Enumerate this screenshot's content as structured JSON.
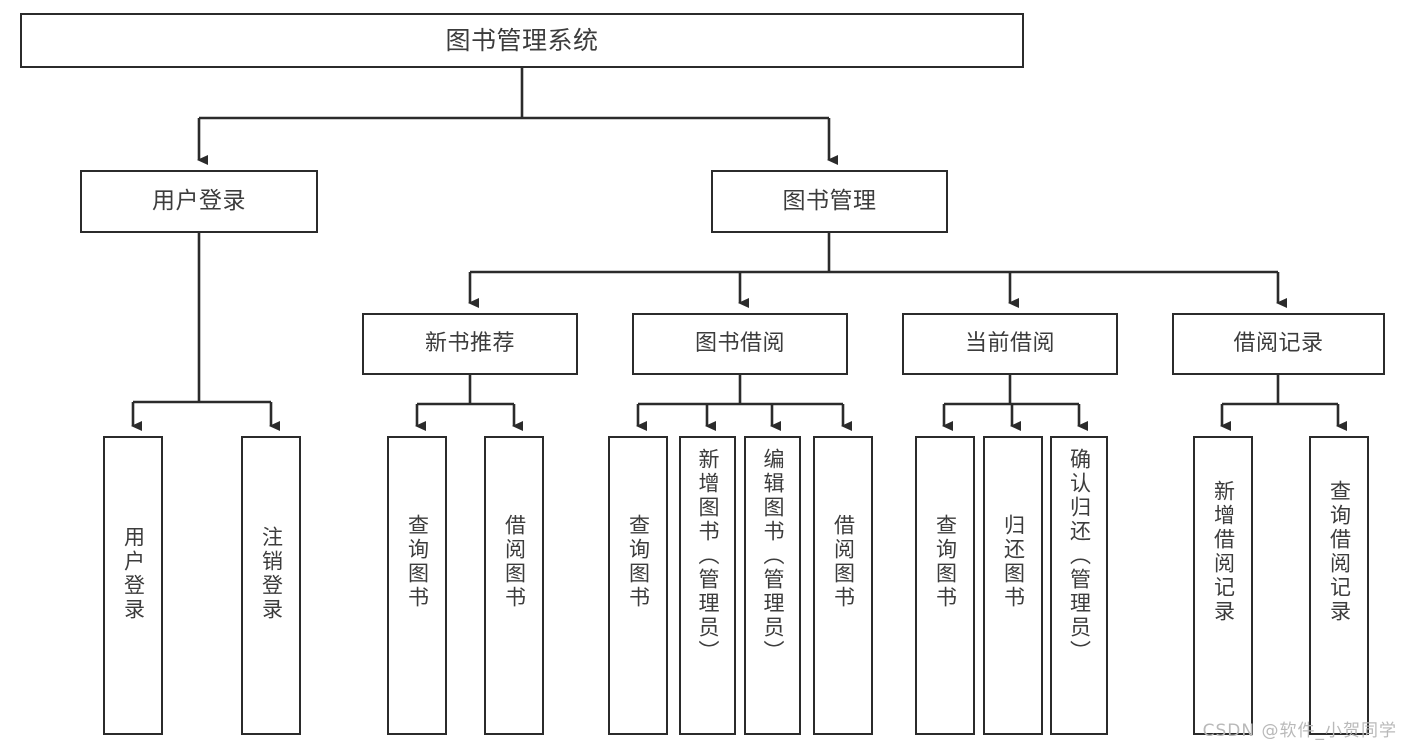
{
  "diagram": {
    "type": "tree-hierarchy",
    "title": "图书管理系统",
    "orientation": "top-down",
    "watermark": "CSDN @软件_小贺同学",
    "colors": {
      "box_border": "#2b2b2b",
      "box_fill": "#ffffff",
      "text": "#3c3c3c",
      "connector": "#2b2b2b",
      "watermark": "#b9b9b9",
      "background": "#ffffff"
    },
    "root": {
      "label": "图书管理系统"
    },
    "level2": [
      {
        "label": "用户登录"
      },
      {
        "label": "图书管理"
      }
    ],
    "level3": [
      {
        "label": "新书推荐"
      },
      {
        "label": "图书借阅"
      },
      {
        "label": "当前借阅"
      },
      {
        "label": "借阅记录"
      }
    ],
    "leaves": {
      "user_login": [
        {
          "label": "用户登录"
        },
        {
          "label": "注销登录"
        }
      ],
      "new_book_recommend": [
        {
          "label": "查询图书"
        },
        {
          "label": "借阅图书"
        }
      ],
      "book_borrow": [
        {
          "label": "查询图书"
        },
        {
          "label": "新增图书（管理员）"
        },
        {
          "label": "编辑图书（管理员）"
        },
        {
          "label": "借阅图书"
        }
      ],
      "current_borrow": [
        {
          "label": "查询图书"
        },
        {
          "label": "归还图书"
        },
        {
          "label": "确认归还（管理员）"
        }
      ],
      "borrow_record": [
        {
          "label": "新增借阅记录"
        },
        {
          "label": "查询借阅记录"
        }
      ]
    }
  }
}
